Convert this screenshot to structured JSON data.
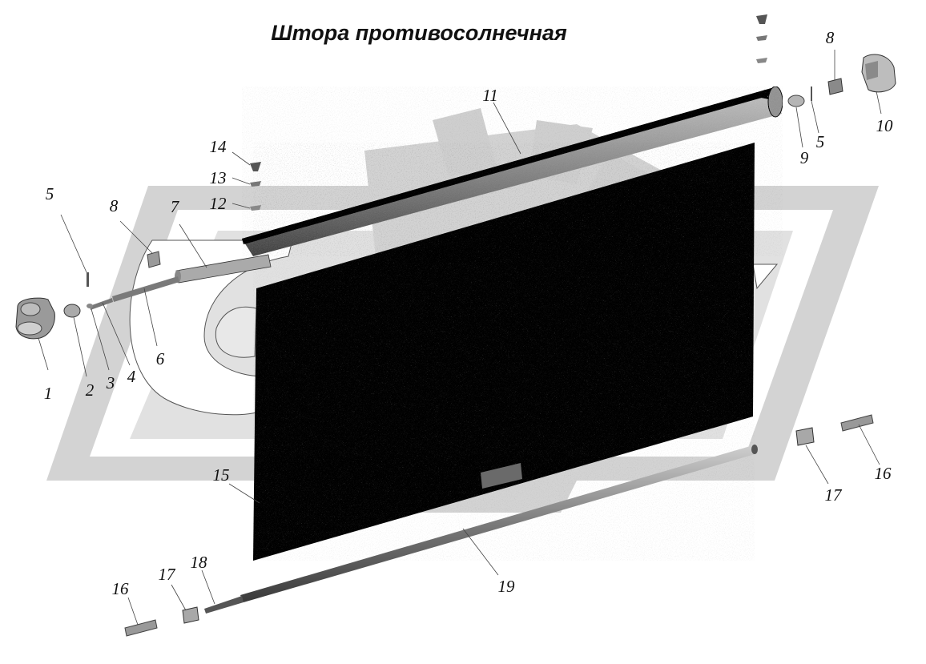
{
  "diagram": {
    "title": "Штора противосолнечная",
    "callouts": {
      "c1": "1",
      "c2": "2",
      "c3": "3",
      "c4": "4",
      "c5a": "5",
      "c5b": "5",
      "c6": "6",
      "c7": "7",
      "c8a": "8",
      "c8b": "8",
      "c9": "9",
      "c10": "10",
      "c11": "11",
      "c12": "12",
      "c13": "13",
      "c14": "14",
      "c15": "15",
      "c16a": "16",
      "c16b": "16",
      "c17a": "17",
      "c17b": "17",
      "c18": "18",
      "c19": "19"
    }
  },
  "colors": {
    "watermark": "#d2d2d2",
    "curtain": "#2b2b2b",
    "housing": "#8f8f8f",
    "housing_dark": "#1e1e1e",
    "parts": "#9a9a9a"
  }
}
